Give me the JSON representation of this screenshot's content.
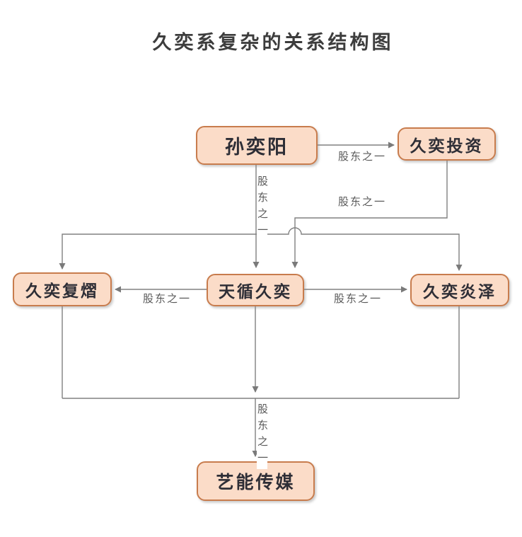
{
  "title": "久奕系复杂的关系结构图",
  "colors": {
    "node_fill": "#FBDCC8",
    "node_border": "#C87C4D",
    "line": "#808080",
    "edge_label_text": "#595959",
    "node_text": "#2E2E36",
    "title_text": "#3D3D3D"
  },
  "diagram": {
    "nodes": [
      {
        "id": "sun",
        "label": "孙奕阳"
      },
      {
        "id": "touzi",
        "label": "久奕投资"
      },
      {
        "id": "fuxi",
        "label": "久奕复熠"
      },
      {
        "id": "tianxun",
        "label": "天循久奕"
      },
      {
        "id": "yanze",
        "label": "久奕炎泽"
      },
      {
        "id": "yineng",
        "label": "艺能传媒"
      }
    ],
    "edges": [
      {
        "from": "孙奕阳",
        "to": "久奕投资",
        "label": "股东之一",
        "label_orientation": "horizontal"
      },
      {
        "from": "孙奕阳",
        "to": "天循久奕",
        "label": "股东之一",
        "label_orientation": "vertical"
      },
      {
        "from": "孙奕阳",
        "to": "久奕复熠",
        "label": "",
        "label_orientation": ""
      },
      {
        "from": "孙奕阳",
        "to": "久奕炎泽",
        "label": "",
        "label_orientation": ""
      },
      {
        "from": "久奕投资",
        "to": "天循久奕",
        "label": "股东之一",
        "label_orientation": "horizontal"
      },
      {
        "from": "天循久奕",
        "to": "久奕复熠",
        "label": "股东之一",
        "label_orientation": "horizontal"
      },
      {
        "from": "天循久奕",
        "to": "久奕炎泽",
        "label": "股东之一",
        "label_orientation": "horizontal"
      },
      {
        "from": "久奕复熠、天循久奕、久奕炎泽",
        "to": "艺能传媒",
        "label": "股东之一",
        "label_orientation": "vertical"
      }
    ]
  }
}
